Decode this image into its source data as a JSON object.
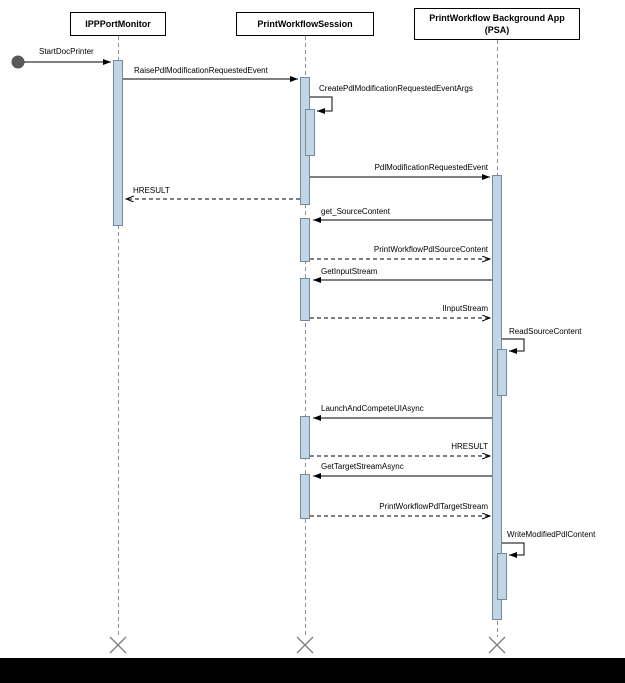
{
  "diagram_type": "uml-sequence-diagram",
  "actors": {
    "ipp": "IPPPortMonitor",
    "session": "PrintWorkflowSession",
    "psa": "PrintWorkflow Background App\n(PSA)"
  },
  "messages": {
    "start": "StartDocPrinter",
    "raise_event": "RaisePdlModificationRequestedEvent",
    "create_args": "CreatePdlModificationRequestedEventArgs",
    "pdl_event": "PdlModificationRequestedEvent",
    "hresult_1": "HRESULT",
    "get_source_content": "get_SourceContent",
    "pdl_source_content": "PrintWorkflowPdlSourceContent",
    "get_input_stream": "GetInputStream",
    "iinput_stream": "IInputStream",
    "read_source_content": "ReadSourceContent",
    "launch_ui_async": "LaunchAndCompeteUIAsync",
    "hresult_2": "HRESULT",
    "get_target_stream": "GetTargetStreamAsync",
    "pdl_target_stream": "PrintWorkflowPdlTargetStream",
    "write_modified": "WriteModifiedPdlContent"
  },
  "colors": {
    "activation_fill": "#c3d5e3",
    "activation_border": "#6f8ba3",
    "lifeline": "#909090",
    "arrow": "#000000",
    "start_node": "#595959",
    "destroy_cross": "#7f7f7f",
    "bottom_bar": "#000000"
  }
}
